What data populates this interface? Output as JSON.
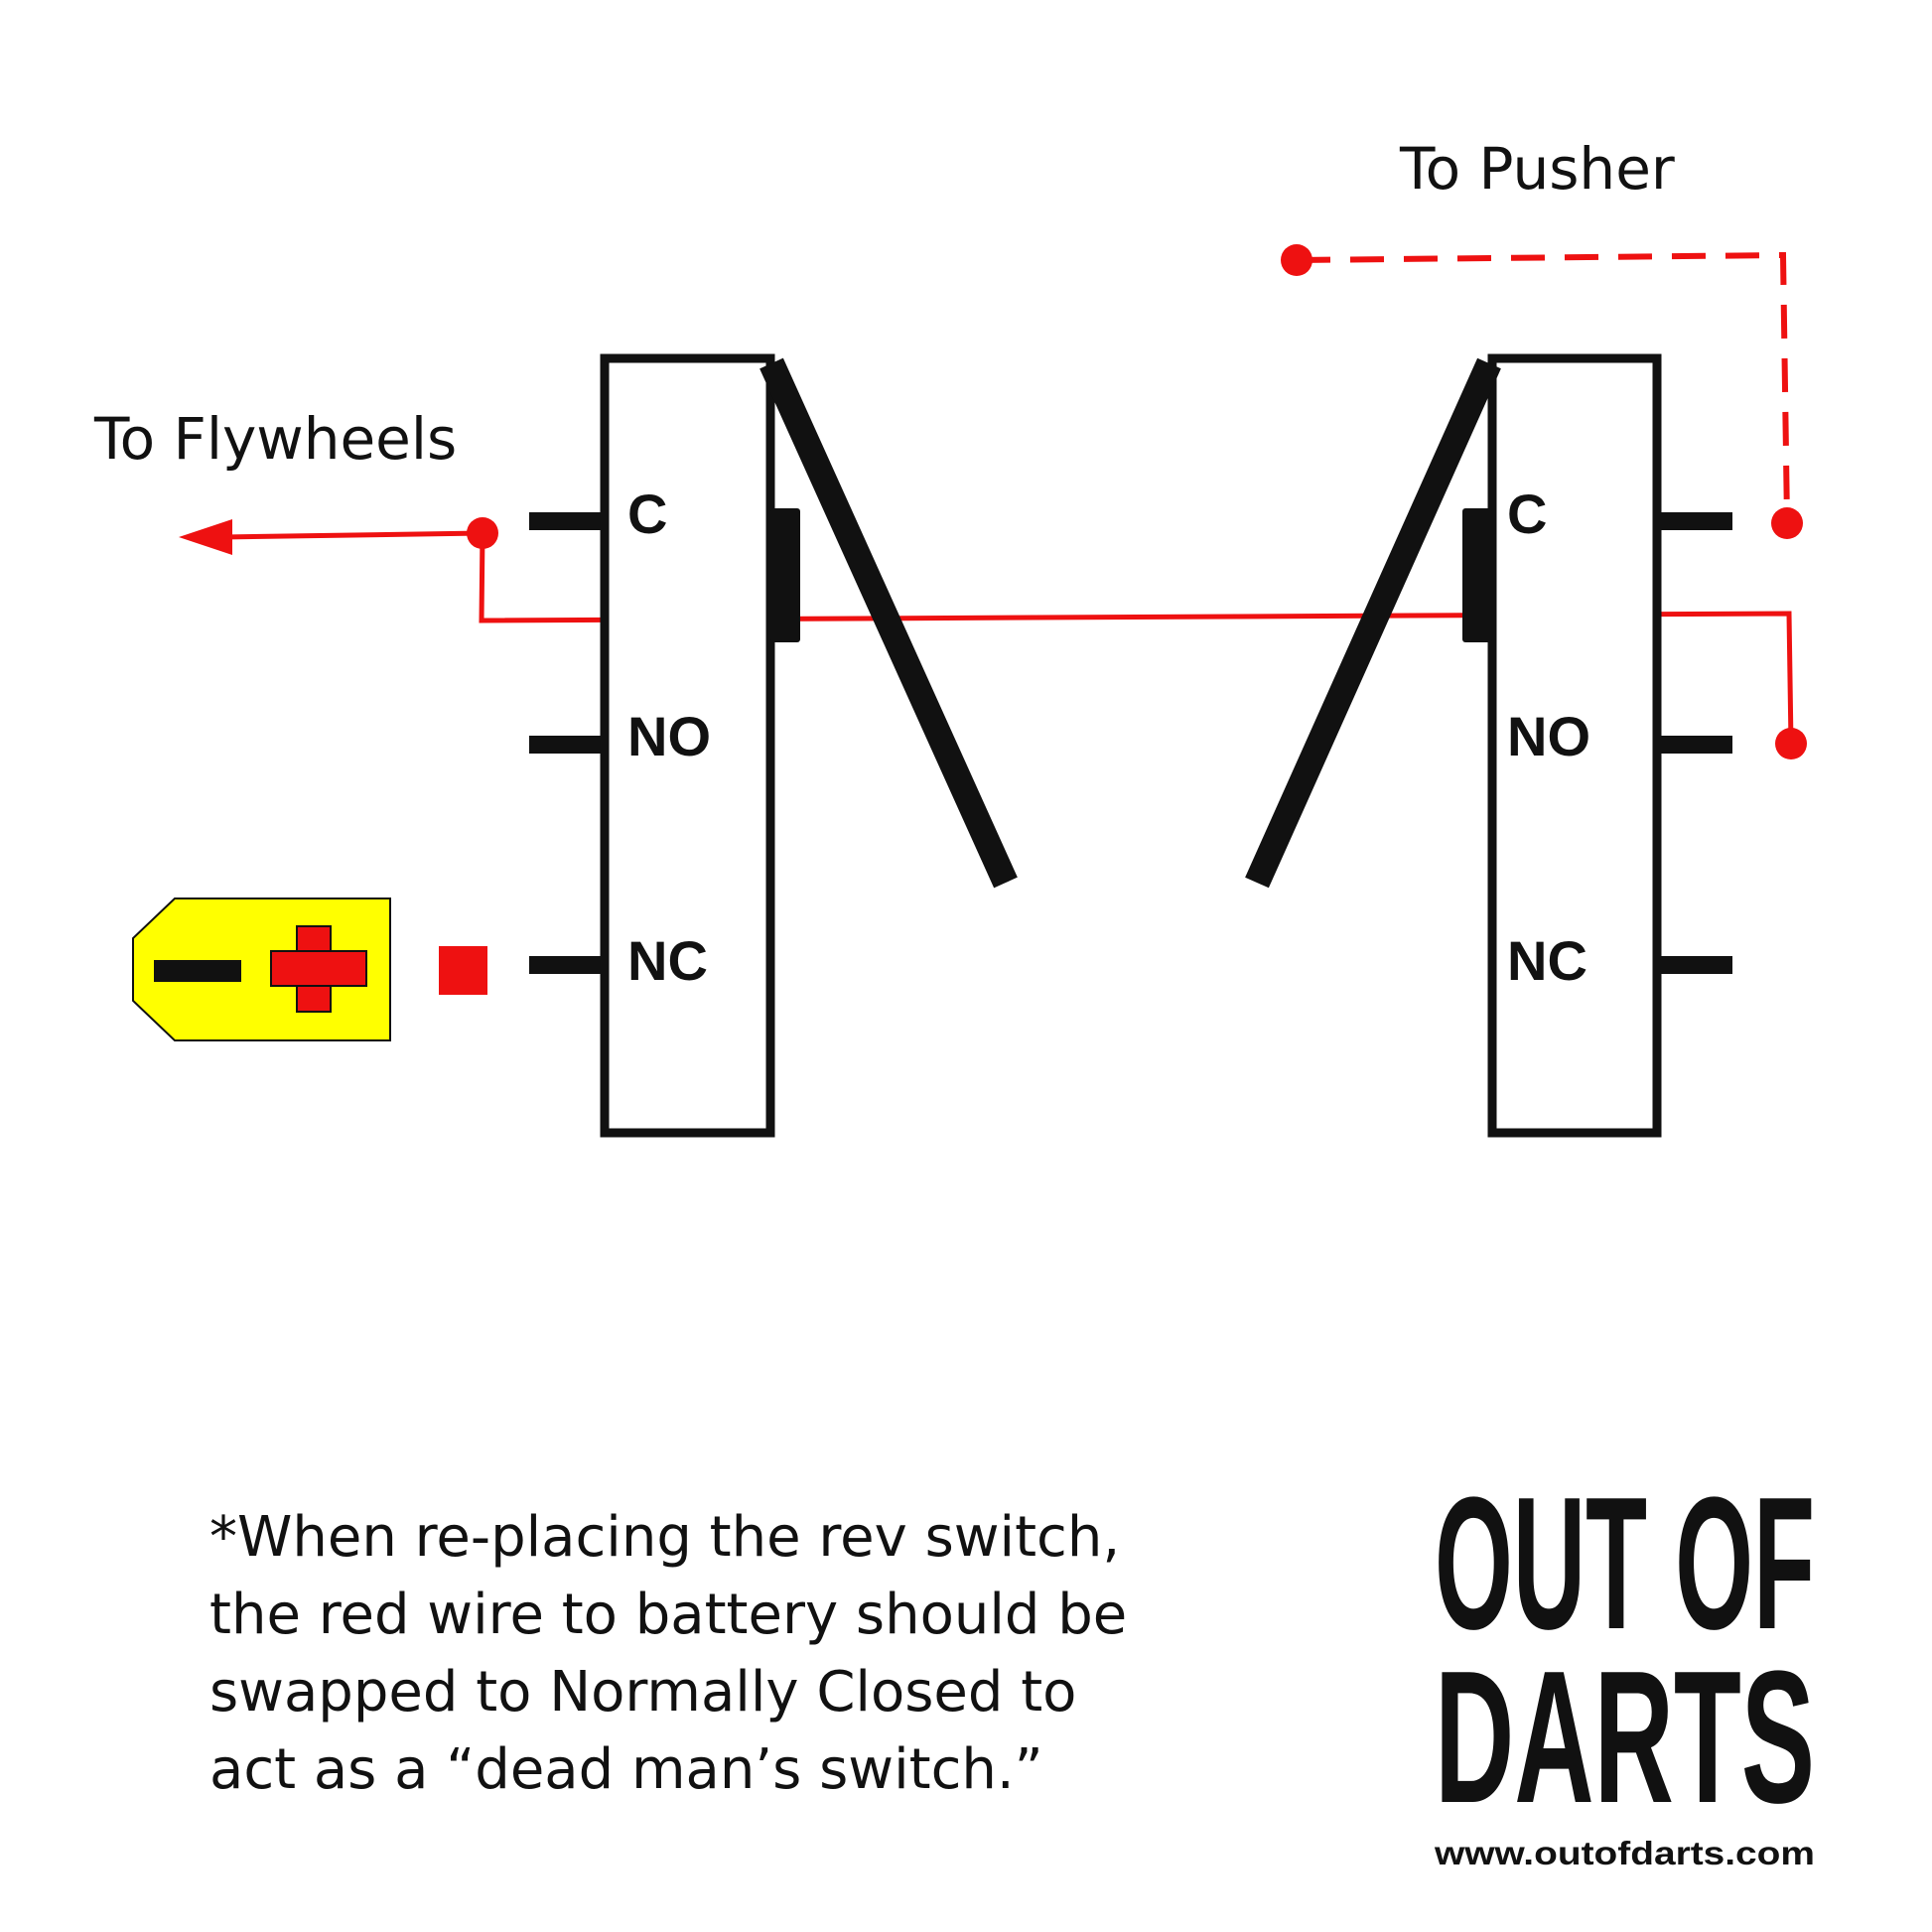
{
  "labels": {
    "to_flywheels": "To Flywheels",
    "to_pusher": "To Pusher"
  },
  "switches": {
    "left": {
      "terminals": [
        "C",
        "NO",
        "NC"
      ]
    },
    "right": {
      "terminals": [
        "C",
        "NO",
        "NC"
      ]
    }
  },
  "note": {
    "lines": [
      "*When re-placing the rev switch,",
      "the red wire to battery should be",
      "swapped to Normally Closed to",
      "act as a “dead man’s switch.”"
    ]
  },
  "logo": {
    "line1": "OUT OF",
    "line2": "DARTS",
    "url": "www.outofdarts.com"
  },
  "colors": {
    "wire": "#ee1111",
    "battery_fill": "#ffff00",
    "outline": "#111111"
  },
  "icons": {
    "battery": "battery-icon",
    "flywheel_arrow": "arrow-left-icon"
  }
}
